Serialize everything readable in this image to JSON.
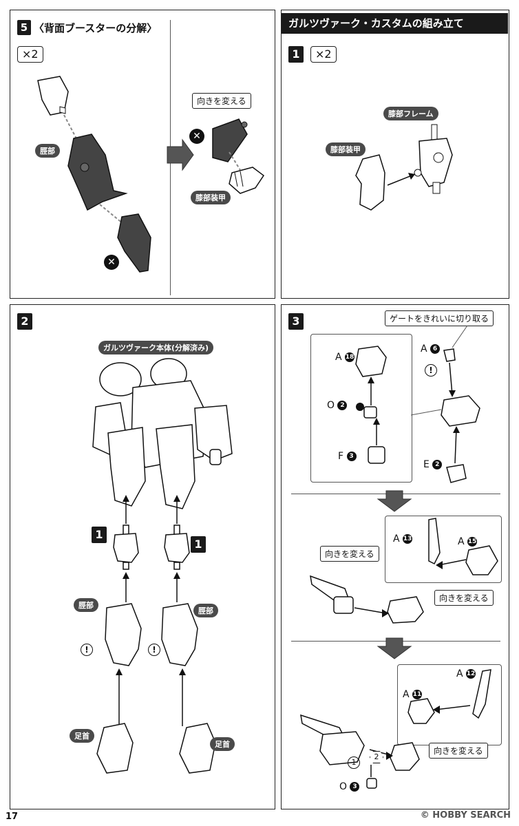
{
  "page_number": "17",
  "watermark": "HOBBY SEARCH",
  "watermark_prefix": "©",
  "step5": {
    "number": "5",
    "title": "〈背面ブースターの分解〉",
    "quantity": "×2",
    "label_shin": "脛部",
    "callout_turn": "向きを変える",
    "label_knee_armor": "膝部装甲"
  },
  "section_title": "ガルツヴァーク・カスタムの組み立て",
  "step1": {
    "number": "1",
    "quantity": "×2",
    "label_knee_frame": "膝部フレーム",
    "label_knee_armor": "膝部装甲"
  },
  "step2": {
    "number": "2",
    "label_body": "ガルツヴァーク本体(分解済み)",
    "ref_left": "1",
    "ref_right": "1",
    "label_shin_left": "脛部",
    "label_shin_right": "脛部",
    "label_ankle_left": "足首",
    "label_ankle_right": "足首"
  },
  "step3": {
    "number": "3",
    "callout_gate": "ゲートをきれいに切り取る",
    "parts": {
      "a18": {
        "letter": "A",
        "num": "18"
      },
      "o2": {
        "letter": "O",
        "num": "2"
      },
      "f3": {
        "letter": "F",
        "num": "3"
      },
      "a6": {
        "letter": "A",
        "num": "6"
      },
      "e2": {
        "letter": "E",
        "num": "2"
      },
      "a13": {
        "letter": "A",
        "num": "13"
      },
      "a15": {
        "letter": "A",
        "num": "15"
      },
      "a12": {
        "letter": "A",
        "num": "12"
      },
      "a11": {
        "letter": "A",
        "num": "11"
      },
      "o3": {
        "letter": "O",
        "num": "3"
      }
    },
    "callout_turn_1": "向きを変える",
    "callout_turn_2": "向きを変える",
    "callout_turn_3": "向きを変える",
    "order_1": "1",
    "order_2": "2"
  },
  "colors": {
    "dark_part": "#444444",
    "ink": "#111111"
  }
}
